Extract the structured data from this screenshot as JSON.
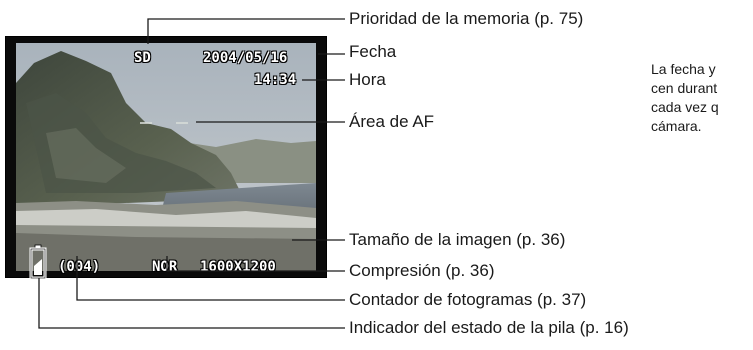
{
  "screen": {
    "memory_priority": "SD",
    "date": "2004/05/16",
    "time": "14:34",
    "frame_counter": "(004)",
    "compression": "NOR",
    "image_size": "1600X1200"
  },
  "callouts": {
    "memory_priority": "Prioridad de la memoria (p. 75)",
    "date": "Fecha",
    "time": "Hora",
    "af_area": "Área de AF",
    "image_size": "Tamaño de la imagen (p. 36)",
    "compression": "Compresión (p. 36)",
    "frame_counter": "Contador de fotogramas (p. 37)",
    "battery": "Indicador del estado de la pila (p. 16)"
  },
  "note": {
    "line1": "La fecha y",
    "line2": "cen durant",
    "line3": "cada vez q",
    "line4": "cámara."
  },
  "icons": {
    "battery": "battery-icon",
    "af_area": "af-area-brackets-icon"
  },
  "colors": {
    "osd_text": "#ffffff",
    "screen_frame": "#0a0a0a",
    "leader_lines": "#1a1a1a"
  }
}
